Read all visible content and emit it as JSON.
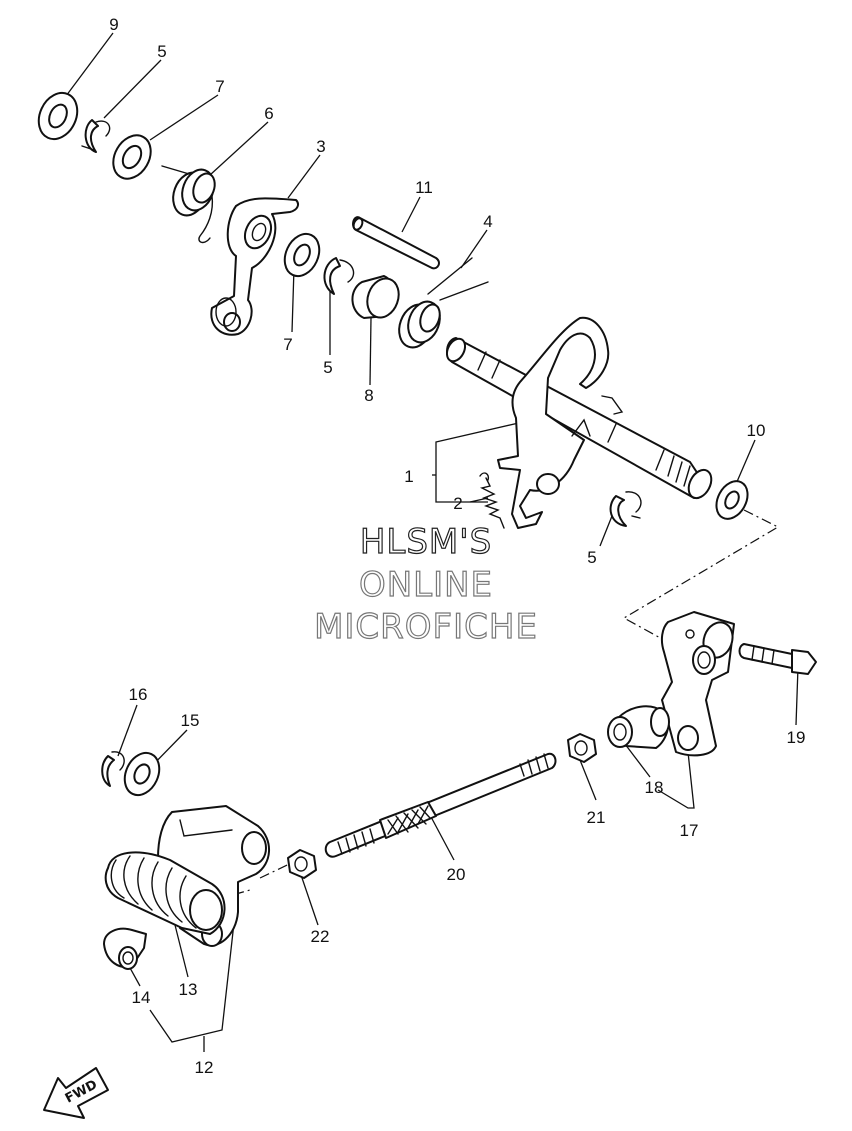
{
  "watermark": {
    "line1": "HLSM'S",
    "line2": "ONLINE",
    "line3": "MICROFICHE"
  },
  "fwd_label": "FWD",
  "callouts": [
    {
      "id": "c1",
      "label": "1"
    },
    {
      "id": "c2",
      "label": "2"
    },
    {
      "id": "c3",
      "label": "3"
    },
    {
      "id": "c4",
      "label": "4"
    },
    {
      "id": "c5a",
      "label": "5"
    },
    {
      "id": "c5b",
      "label": "5"
    },
    {
      "id": "c5c",
      "label": "5"
    },
    {
      "id": "c6",
      "label": "6"
    },
    {
      "id": "c7a",
      "label": "7"
    },
    {
      "id": "c7b",
      "label": "7"
    },
    {
      "id": "c8",
      "label": "8"
    },
    {
      "id": "c9",
      "label": "9"
    },
    {
      "id": "c10",
      "label": "10"
    },
    {
      "id": "c11",
      "label": "11"
    },
    {
      "id": "c12",
      "label": "12"
    },
    {
      "id": "c13",
      "label": "13"
    },
    {
      "id": "c14",
      "label": "14"
    },
    {
      "id": "c15",
      "label": "15"
    },
    {
      "id": "c16",
      "label": "16"
    },
    {
      "id": "c17",
      "label": "17"
    },
    {
      "id": "c18",
      "label": "18"
    },
    {
      "id": "c19",
      "label": "19"
    },
    {
      "id": "c20",
      "label": "20"
    },
    {
      "id": "c21",
      "label": "21"
    },
    {
      "id": "c22",
      "label": "22"
    }
  ]
}
